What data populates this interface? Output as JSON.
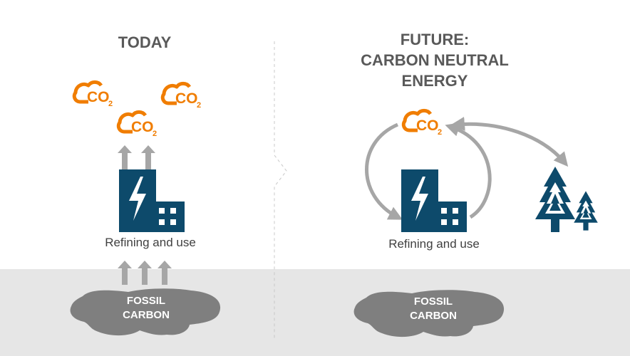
{
  "colors": {
    "co2_orange": "#f07d00",
    "factory_blue": "#0d4a6b",
    "tree_blue": "#0d4a6b",
    "arrow_gray": "#a6a6a6",
    "cloud_gray": "#7f7f7f",
    "ground_gray": "#e6e6e6",
    "heading_gray": "#595959"
  },
  "today": {
    "title": "TODAY",
    "co2_label": "CO",
    "co2_sub": "2",
    "factory_caption": "Refining and use",
    "fossil_line1": "FOSSIL",
    "fossil_line2": "CARBON"
  },
  "future": {
    "title_line1": "FUTURE:",
    "title_line2": "CARBON NEUTRAL",
    "title_line3": "ENERGY",
    "co2_label": "CO",
    "co2_sub": "2",
    "factory_caption": "Refining and use",
    "fossil_line1": "FOSSIL",
    "fossil_line2": "CARBON"
  },
  "icons": [
    "cloud-co2-icon",
    "factory-lightning-icon",
    "up-arrow-icon",
    "cycle-arrow-icon",
    "pine-tree-icon",
    "fossil-cloud-icon"
  ]
}
